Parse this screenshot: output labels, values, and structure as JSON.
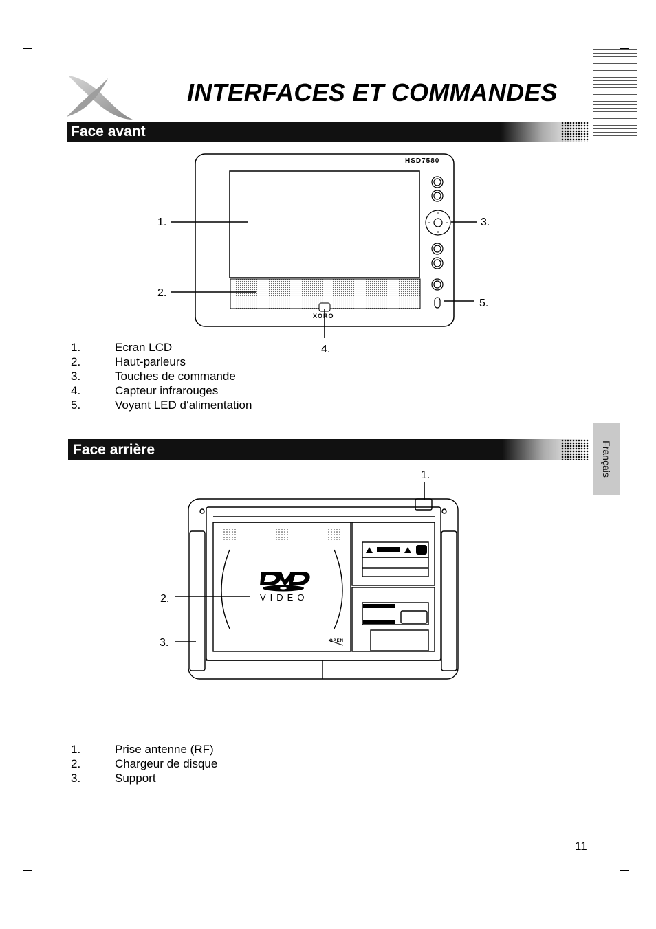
{
  "header": {
    "title": "INTERFACES ET COMMANDES",
    "language_tab": "Français"
  },
  "front": {
    "heading": "Face avant",
    "model": "HSD7580",
    "brand": "XORO",
    "callouts": [
      "1.",
      "2.",
      "3.",
      "4.",
      "5."
    ],
    "legend": [
      {
        "num": "1.",
        "label": "Ecran LCD"
      },
      {
        "num": "2.",
        "label": "Haut-parleurs"
      },
      {
        "num": "3.",
        "label": "Touches de commande"
      },
      {
        "num": "4.",
        "label": "Capteur infrarouges"
      },
      {
        "num": "5.",
        "label": "Voyant LED d‘alimentation"
      }
    ]
  },
  "back": {
    "heading": "Face arrière",
    "callouts": [
      "1.",
      "2.",
      "3."
    ],
    "dvd_logo": "DVD",
    "dvd_sub": "VIDEO",
    "open_label": "OPEN",
    "legend": [
      {
        "num": "1.",
        "label": "Prise antenne (RF)"
      },
      {
        "num": "2.",
        "label": "Chargeur de disque"
      },
      {
        "num": "3.",
        "label": "Support"
      }
    ]
  },
  "footer": {
    "page_number": "11"
  }
}
